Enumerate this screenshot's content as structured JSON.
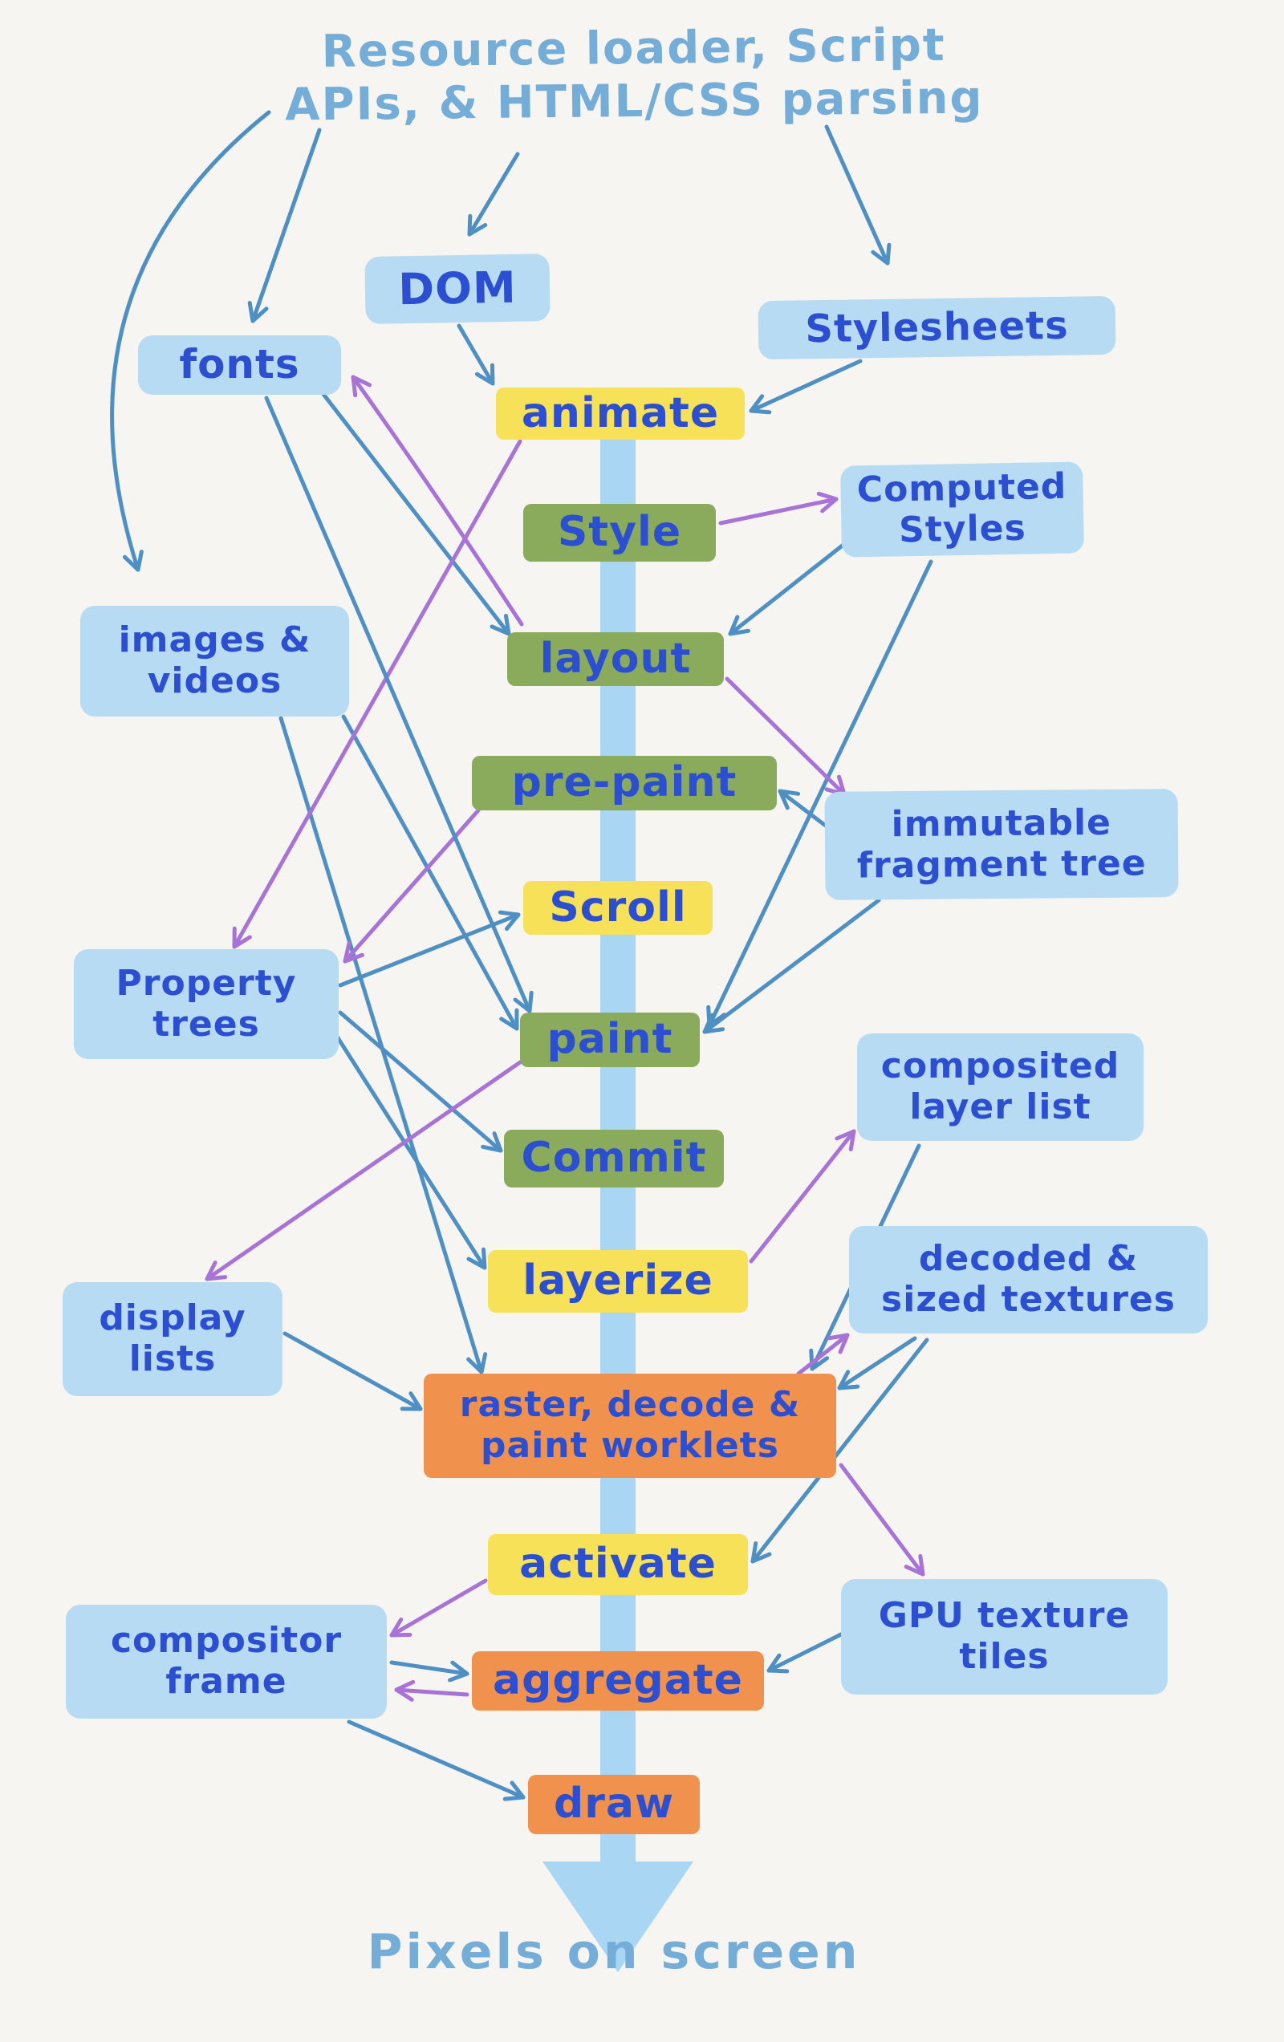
{
  "title": {
    "text": "Resource loader, Script\nAPIs, & HTML/CSS parsing"
  },
  "footer": {
    "text": "Pixels on screen"
  },
  "colors": {
    "background": "#f6f5f2",
    "node_bg": "#b7dbf3",
    "node_text": "#2b4fd0",
    "title_text": "#74add8",
    "stage_green": "#8aab5c",
    "stage_yellow": "#f6e158",
    "stage_orange": "#f0924d",
    "arrow_blue": "#4e8fc4",
    "arrow_purple": "#a873d6",
    "spine": "#a9d6f2"
  },
  "nodes": {
    "dom": {
      "label": "DOM"
    },
    "stylesheets": {
      "label": "Stylesheets"
    },
    "fonts": {
      "label": "fonts"
    },
    "computed_styles": {
      "label": "Computed\nStyles"
    },
    "images_videos": {
      "label": "images &\nvideos"
    },
    "immutable_fragment_tree": {
      "label": "immutable\nfragment tree"
    },
    "property_trees": {
      "label": "Property\ntrees"
    },
    "composited_layer_list": {
      "label": "composited\nlayer list"
    },
    "decoded_sized_textures": {
      "label": "decoded &\nsized textures"
    },
    "display_lists": {
      "label": "display\nlists"
    },
    "gpu_texture_tiles": {
      "label": "GPU texture\ntiles"
    },
    "compositor_frame": {
      "label": "compositor\nframe"
    }
  },
  "stages": {
    "animate": {
      "label": "animate",
      "color": "yellow"
    },
    "style": {
      "label": "Style",
      "color": "green"
    },
    "layout": {
      "label": "layout",
      "color": "green"
    },
    "pre_paint": {
      "label": "pre-paint",
      "color": "green"
    },
    "scroll": {
      "label": "Scroll",
      "color": "yellow"
    },
    "paint": {
      "label": "paint",
      "color": "green"
    },
    "commit": {
      "label": "Commit",
      "color": "green"
    },
    "layerize": {
      "label": "layerize",
      "color": "yellow"
    },
    "raster": {
      "label": "raster, decode &\npaint worklets",
      "color": "orange"
    },
    "activate": {
      "label": "activate",
      "color": "yellow"
    },
    "aggregate": {
      "label": "aggregate",
      "color": "orange"
    },
    "draw": {
      "label": "draw",
      "color": "orange"
    }
  },
  "edges": [
    {
      "from": "resource_loader",
      "to": "dom",
      "color": "blue"
    },
    {
      "from": "resource_loader",
      "to": "stylesheets",
      "color": "blue"
    },
    {
      "from": "resource_loader",
      "to": "fonts",
      "color": "blue"
    },
    {
      "from": "resource_loader",
      "to": "images_videos",
      "color": "blue"
    },
    {
      "from": "dom",
      "to": "animate",
      "color": "blue"
    },
    {
      "from": "stylesheets",
      "to": "animate",
      "color": "blue"
    },
    {
      "from": "style",
      "to": "computed_styles",
      "color": "purple"
    },
    {
      "from": "computed_styles",
      "to": "layout",
      "color": "blue"
    },
    {
      "from": "computed_styles",
      "to": "paint",
      "color": "blue"
    },
    {
      "from": "fonts",
      "to": "layout",
      "color": "blue"
    },
    {
      "from": "layout",
      "to": "fonts",
      "color": "purple"
    },
    {
      "from": "images_videos",
      "to": "paint",
      "color": "blue"
    },
    {
      "from": "images_videos",
      "to": "raster",
      "color": "blue"
    },
    {
      "from": "layout",
      "to": "immutable_fragment_tree",
      "color": "purple"
    },
    {
      "from": "immutable_fragment_tree",
      "to": "pre_paint",
      "color": "blue"
    },
    {
      "from": "immutable_fragment_tree",
      "to": "paint",
      "color": "blue"
    },
    {
      "from": "pre_paint",
      "to": "property_trees",
      "color": "purple"
    },
    {
      "from": "animate",
      "to": "property_trees",
      "color": "purple"
    },
    {
      "from": "property_trees",
      "to": "scroll",
      "color": "blue"
    },
    {
      "from": "property_trees",
      "to": "commit",
      "color": "blue"
    },
    {
      "from": "property_trees",
      "to": "layerize",
      "color": "blue"
    },
    {
      "from": "fonts",
      "to": "paint",
      "color": "blue"
    },
    {
      "from": "paint",
      "to": "display_lists",
      "color": "purple"
    },
    {
      "from": "display_lists",
      "to": "raster",
      "color": "blue"
    },
    {
      "from": "layerize",
      "to": "composited_layer_list",
      "color": "purple"
    },
    {
      "from": "composited_layer_list",
      "to": "raster",
      "color": "blue"
    },
    {
      "from": "decoded_sized_textures",
      "to": "raster",
      "color": "blue"
    },
    {
      "from": "raster",
      "to": "decoded_sized_textures",
      "color": "purple"
    },
    {
      "from": "raster",
      "to": "gpu_texture_tiles",
      "color": "purple"
    },
    {
      "from": "decoded_sized_textures",
      "to": "activate",
      "color": "blue"
    },
    {
      "from": "gpu_texture_tiles",
      "to": "aggregate",
      "color": "blue"
    },
    {
      "from": "activate",
      "to": "compositor_frame",
      "color": "purple"
    },
    {
      "from": "compositor_frame",
      "to": "aggregate",
      "color": "blue"
    },
    {
      "from": "aggregate",
      "to": "compositor_frame",
      "color": "purple"
    },
    {
      "from": "compositor_frame",
      "to": "draw",
      "color": "blue"
    }
  ]
}
